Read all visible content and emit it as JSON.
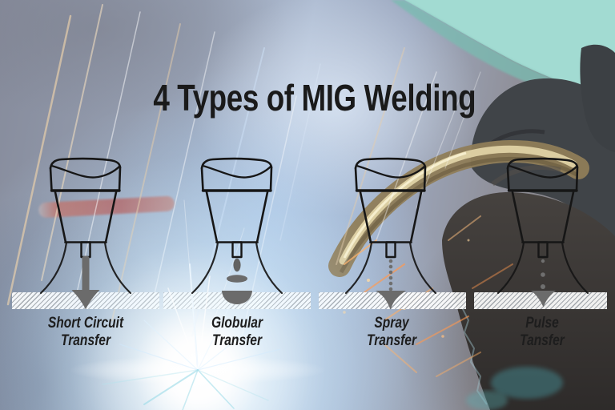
{
  "title": "4 Types of MIG Welding",
  "types": [
    {
      "name": "short-circuit",
      "line1": "Short Circuit",
      "line2": "Transfer",
      "transfer_visual": "solid gray arrow from contact tip into workpiece"
    },
    {
      "name": "globular",
      "line1": "Globular",
      "line2": "Transfer",
      "transfer_visual": "large droplet, flattened droplet, weld pool dome on workpiece"
    },
    {
      "name": "spray",
      "line1": "Spray",
      "line2": "Transfer",
      "transfer_visual": "stream of fine droplets ending in spray cone on workpiece"
    },
    {
      "name": "pulse",
      "line1": "Pulse",
      "line2": "Tansfer",
      "transfer_visual": "three spaced droplets ending in small weld mound"
    }
  ],
  "diagram_elements": {
    "nozzle_count": 4,
    "workpiece": "hatched strip under each nozzle"
  },
  "colors": {
    "title_text": "#1a1a1a",
    "label_text": "#1d1d1d",
    "diagram_outline": "#161616",
    "metal_transfer_gray": "#6b6b6b",
    "workpiece_hatch": "#a4a8ad",
    "helmet_teal": "#a2dbd2",
    "torch_tube_gold": "#8f7d58",
    "glove_dark": "#3a3a3e",
    "arc_glow_blue": "#bfe4fa",
    "spark_orange": "#ffa95c",
    "photo_red_tube": "#b35f5e"
  }
}
